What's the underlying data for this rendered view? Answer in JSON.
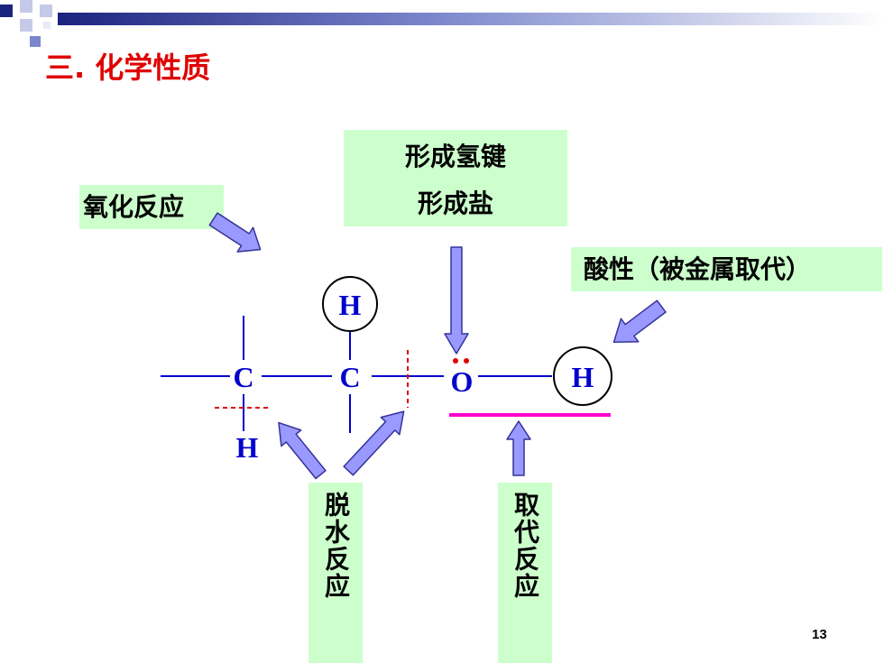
{
  "title": "三. 化学性质",
  "labels": {
    "oxidation": "氧化反应",
    "hbond_line1": "形成氢键",
    "hbond_line2": "形成盐",
    "acidity": "酸性（被金属取代）",
    "dehydration": "脱水反应",
    "substitution": "取代反应"
  },
  "atoms": {
    "c1": "C",
    "c2": "C",
    "o": "O",
    "h_top": "H",
    "h_bottom": "H",
    "h_right": "H"
  },
  "page_number": "13",
  "colors": {
    "title": "#e00000",
    "atom": "#0000cc",
    "box": "#ccffcc",
    "arrow_fill": "#9999ff",
    "arrow_stroke": "#333399",
    "cleavage": "#e00000",
    "highlight": "#ff00cc"
  }
}
